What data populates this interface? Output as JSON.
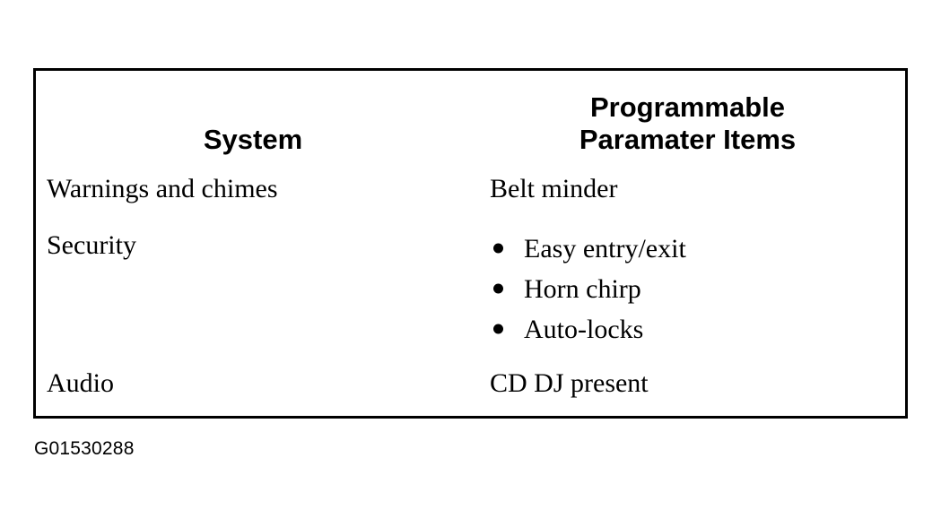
{
  "figure": {
    "caption": "G01530288"
  },
  "table": {
    "headers": [
      {
        "lines": [
          "System"
        ]
      },
      {
        "lines": [
          "Programmable",
          "Paramater Items"
        ]
      }
    ],
    "rows": [
      {
        "system": "Warnings and chimes",
        "params_text": "Belt minder",
        "params_bullets": []
      },
      {
        "system": "Security",
        "params_text": "",
        "params_bullets": [
          "Easy entry/exit",
          "Horn chirp",
          "Auto-locks"
        ]
      },
      {
        "system": "Audio",
        "params_text": "CD DJ present",
        "params_bullets": []
      }
    ]
  },
  "colors": {
    "ink": "#000000",
    "page": "#ffffff"
  }
}
